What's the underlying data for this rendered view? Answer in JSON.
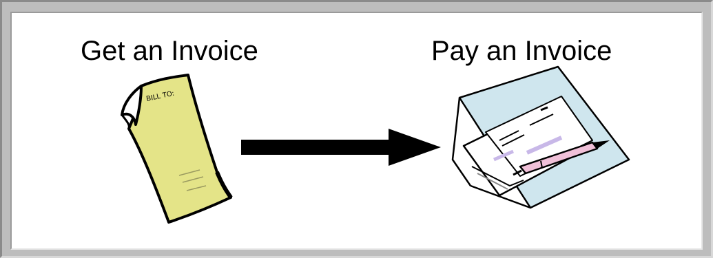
{
  "steps": [
    {
      "label": "Get an Invoice",
      "icon": "invoice-document-icon"
    },
    {
      "label": "Pay an Invoice",
      "icon": "payment-check-icon"
    }
  ],
  "invoice_stamp": "BILL TO:",
  "connector": {
    "icon": "right-arrow-icon"
  },
  "colors": {
    "invoice_paper": "#e4e488",
    "outline": "#000000",
    "envelope_tint": "#cfe6ee",
    "check_accent": "#c8b8e8",
    "pen_accent": "#f0c0d8"
  }
}
